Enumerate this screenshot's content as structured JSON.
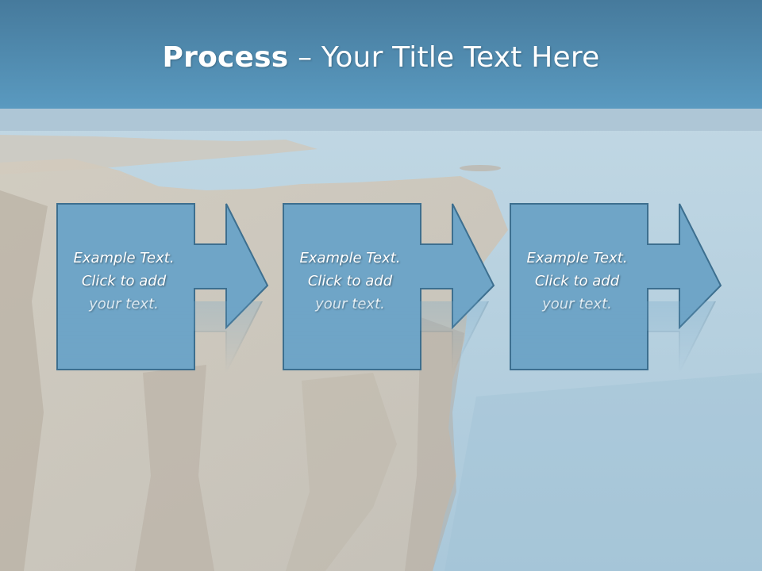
{
  "slide": {
    "title_bold": "Process",
    "title_rest": " – Your Title Text Here"
  },
  "steps": [
    {
      "text": "Example Text.\nClick  to add\nyour text."
    },
    {
      "text": "Example Text.\nClick  to add\nyour text."
    },
    {
      "text": "Example Text.\nClick  to add\nyour text."
    }
  ],
  "colors": {
    "header": "#4f8db3",
    "box_fill": "#6fa5c7",
    "box_stroke": "#3d6f8f",
    "text": "#ffffff"
  }
}
